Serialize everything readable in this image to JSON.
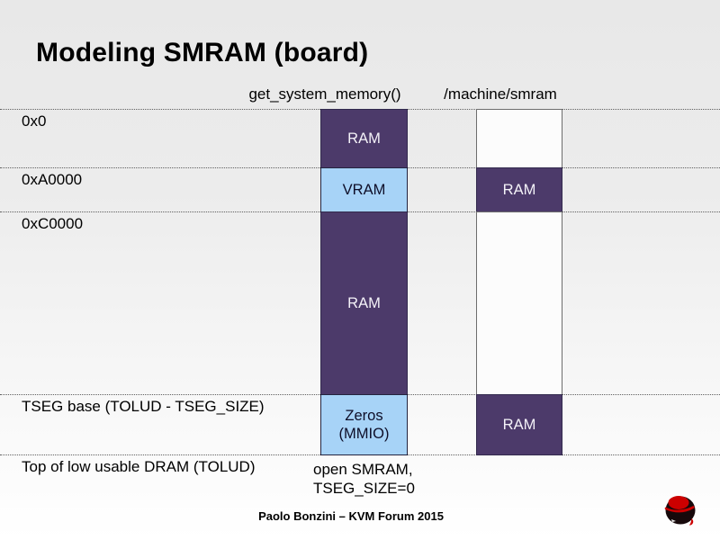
{
  "slide": {
    "title": "Modeling SMRAM (board)",
    "footer_credit": "Paolo Bonzini – KVM Forum 2015",
    "logo": "redhat-shadowman"
  },
  "colors": {
    "ram_purple": "#4c3a6a",
    "mmio_blue": "#a7d3f7",
    "logo_red": "#cc0000"
  },
  "diagram": {
    "address_labels": [
      "0x0",
      "0xA0000",
      "0xC0000",
      "TSEG base (TOLUD - TSEG_SIZE)",
      "Top of low usable DRAM (TOLUD)"
    ],
    "left": {
      "header": "get_system_memory()",
      "blocks": [
        {
          "label": "RAM",
          "type": "ram"
        },
        {
          "label": "VRAM",
          "type": "mmio"
        },
        {
          "label": "RAM",
          "type": "ram"
        },
        {
          "label": "Zeros (MMIO)",
          "type": "mmio",
          "lines": [
            "Zeros",
            "(MMIO)"
          ]
        }
      ],
      "caption_lines": [
        "open SMRAM,",
        "TSEG_SIZE=0"
      ]
    },
    "right": {
      "header": "/machine/smram",
      "blocks": [
        {
          "label": "",
          "type": "empty"
        },
        {
          "label": "RAM",
          "type": "ram"
        },
        {
          "label": "",
          "type": "empty"
        },
        {
          "label": "RAM",
          "type": "ram"
        }
      ]
    }
  }
}
